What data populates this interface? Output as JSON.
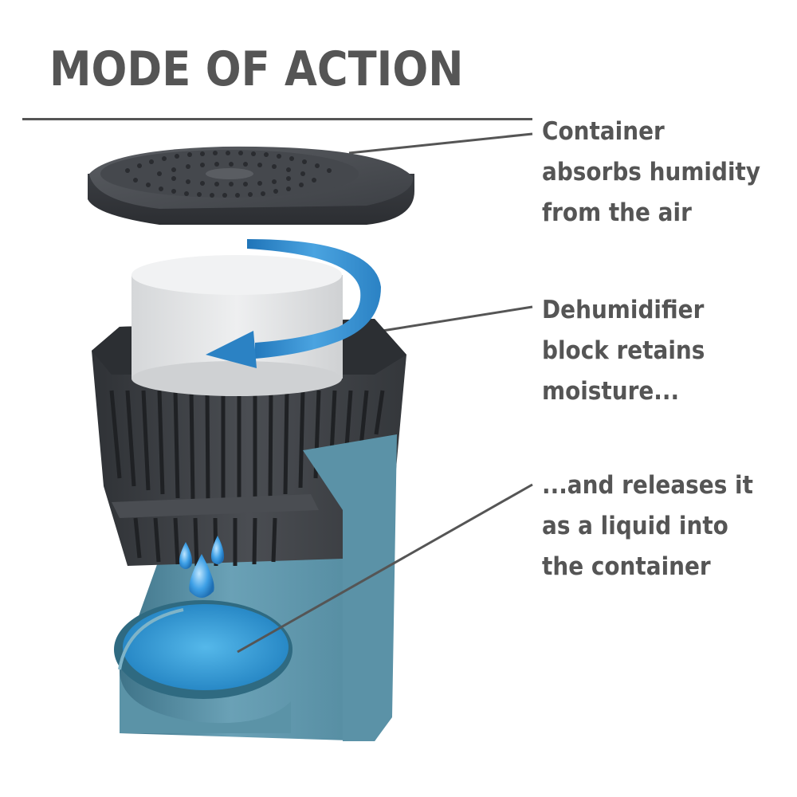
{
  "title": "MODE OF ACTION",
  "callouts": [
    {
      "lines": [
        "Container",
        "absorbs humidity",
        "from the air"
      ]
    },
    {
      "lines": [
        "Dehumidifier",
        "block retains",
        "moisture..."
      ]
    },
    {
      "lines": [
        "...and releases it",
        "as a liquid into",
        "the container"
      ]
    }
  ],
  "colors": {
    "text": "#555555",
    "lid": "#4a4d52",
    "basket": "#3f4247",
    "container": "#5e93a8",
    "arrow": "#2f86c8",
    "water": "#3aa0d8",
    "block": "#e6e7e8"
  }
}
